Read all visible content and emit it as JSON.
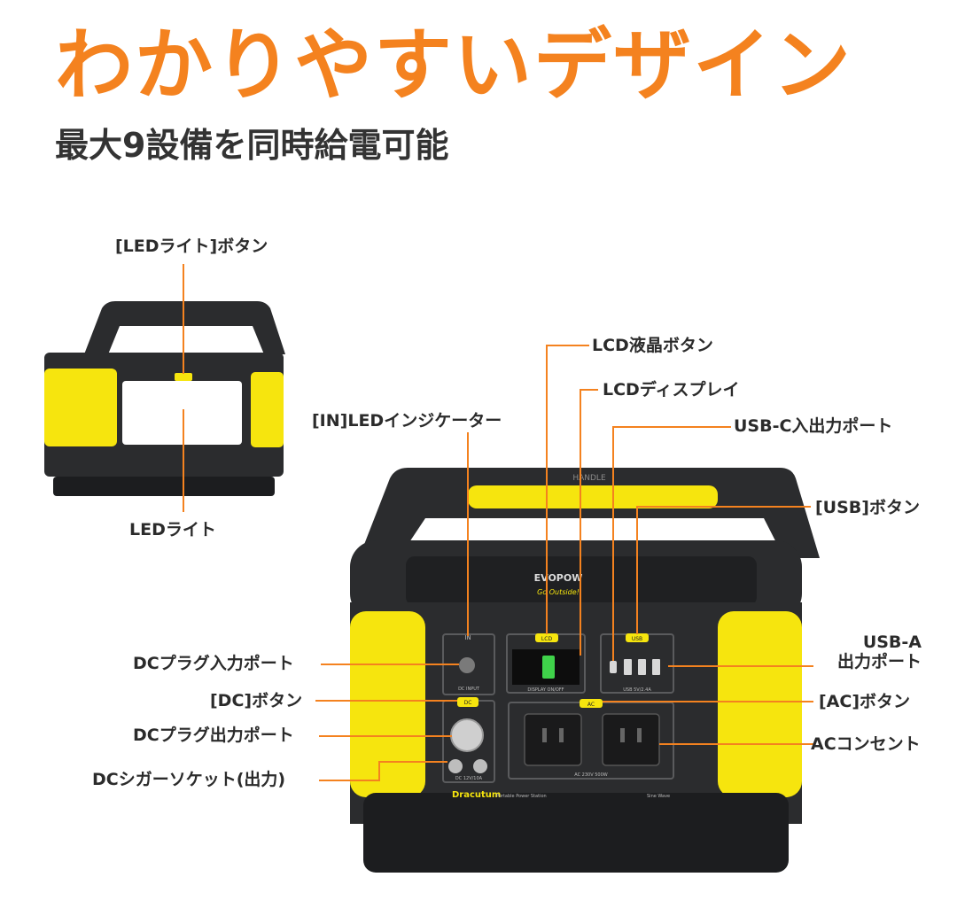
{
  "title": "わかりやすいデザイン",
  "subtitle": "最大9設備を同時給電可能",
  "colors": {
    "accent": "#f4821f",
    "yellow": "#f6e50e",
    "body": "#2b2c2e",
    "text": "#2b2b2b"
  },
  "labels": {
    "led_light_button": "[LEDライト]ボタン",
    "led_light": "LEDライト",
    "lcd_button": "LCD液晶ボタン",
    "lcd_display": "LCDディスプレイ",
    "in_led_indicator": "[IN]LEDインジケーター",
    "usbc_port": "USB-C入出力ポート",
    "usb_button": "[USB]ボタン",
    "usba_port_line1": "USB-A",
    "usba_port_line2": "出力ポート",
    "dc_plug_input": "DCプラグ入力ポート",
    "ac_button": "[AC]ボタン",
    "dc_button": "[DC]ボタン",
    "dc_plug_output": "DCプラグ出力ポート",
    "ac_outlet": "ACコンセント",
    "dc_cigar": "DCシガーソケット(出力)"
  },
  "device": {
    "brand": "EVOPOW",
    "slogan": "Go Outside!",
    "model": "Dracutum",
    "model_sub": "Portable Power Station",
    "handle_text": "HANDLE",
    "dc_input_label": "DC INPUT",
    "dc_output_label": "DC 12V/10A",
    "display_output_label": "DISPLAY ON/OFF",
    "usb_label": "USB 5V/2.4A",
    "ac_label": "AC 230V 500W",
    "sine_label": "Sine Wave",
    "lcd_button_tag": "LCD",
    "usb_button_tag": "USB",
    "dc_button_tag": "DC",
    "ac_button_tag": "AC",
    "in_tag": "IN"
  }
}
